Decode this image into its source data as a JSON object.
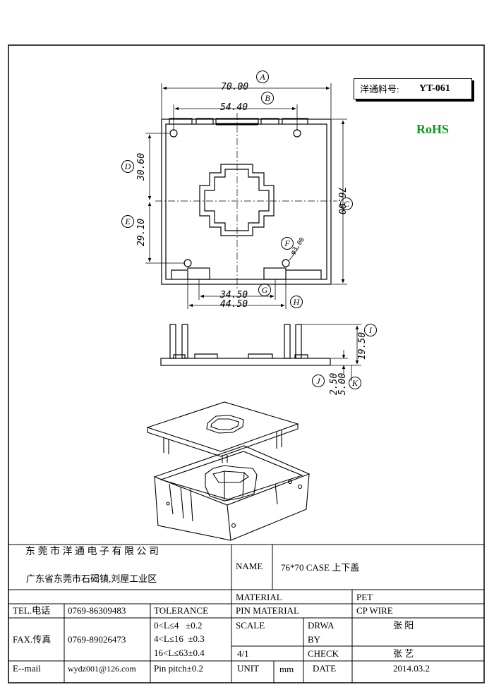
{
  "part_box": {
    "label": "洋通料号:",
    "number": "YT-061"
  },
  "rohs": {
    "text": "RoHS",
    "color": "#0a9a1a"
  },
  "dimensions": {
    "a": "70.00",
    "b": "54.40",
    "c": "76.00",
    "d": "30.60",
    "e": "29.10",
    "f": "φ3.00",
    "g": "34.50",
    "h": "44.50",
    "i": "19.50",
    "j": "2.50",
    "k": "5.00"
  },
  "callouts": [
    "A",
    "B",
    "C",
    "D",
    "E",
    "F",
    "G",
    "H",
    "I",
    "J",
    "K"
  ],
  "title_block": {
    "company_name": "东 莞 市 洋 通 电 子 有 限 公 司",
    "company_address": "广东省东莞市石碣镇,刘屋工业区",
    "name_label": "NAME",
    "name_value": "76*70 CASE 上下盖",
    "material_label": "MATERIAL",
    "material_value": "PET",
    "pin_material_label": "PIN MATERIAL",
    "pin_material_value": "CP WIRE",
    "tel_label": "TEL.电话",
    "tel_value": "0769-86309483",
    "tolerance_label": "TOLERANCE",
    "fax_label": "FAX.传真",
    "fax_value": "0769-89026473",
    "tolerance_lines": [
      "0<L≤4   ±0.2",
      "4<L≤16  ±0.3",
      "16<L≤63±0.4",
      "Pin pitch±0.2"
    ],
    "scale_label": "SCALE",
    "scale_value": "4/1",
    "drawn_by_label_1": "DRWA",
    "drawn_by_label_2": "BY",
    "drawn_by_value": "张 阳",
    "check_label": "CHECK",
    "check_value": "张 艺",
    "email_label": "E--mail",
    "email_value": "wydz001@126.com",
    "unit_label": "UNIT",
    "unit_value": "mm",
    "date_label": "DATE",
    "date_value": "2014.03.2"
  }
}
